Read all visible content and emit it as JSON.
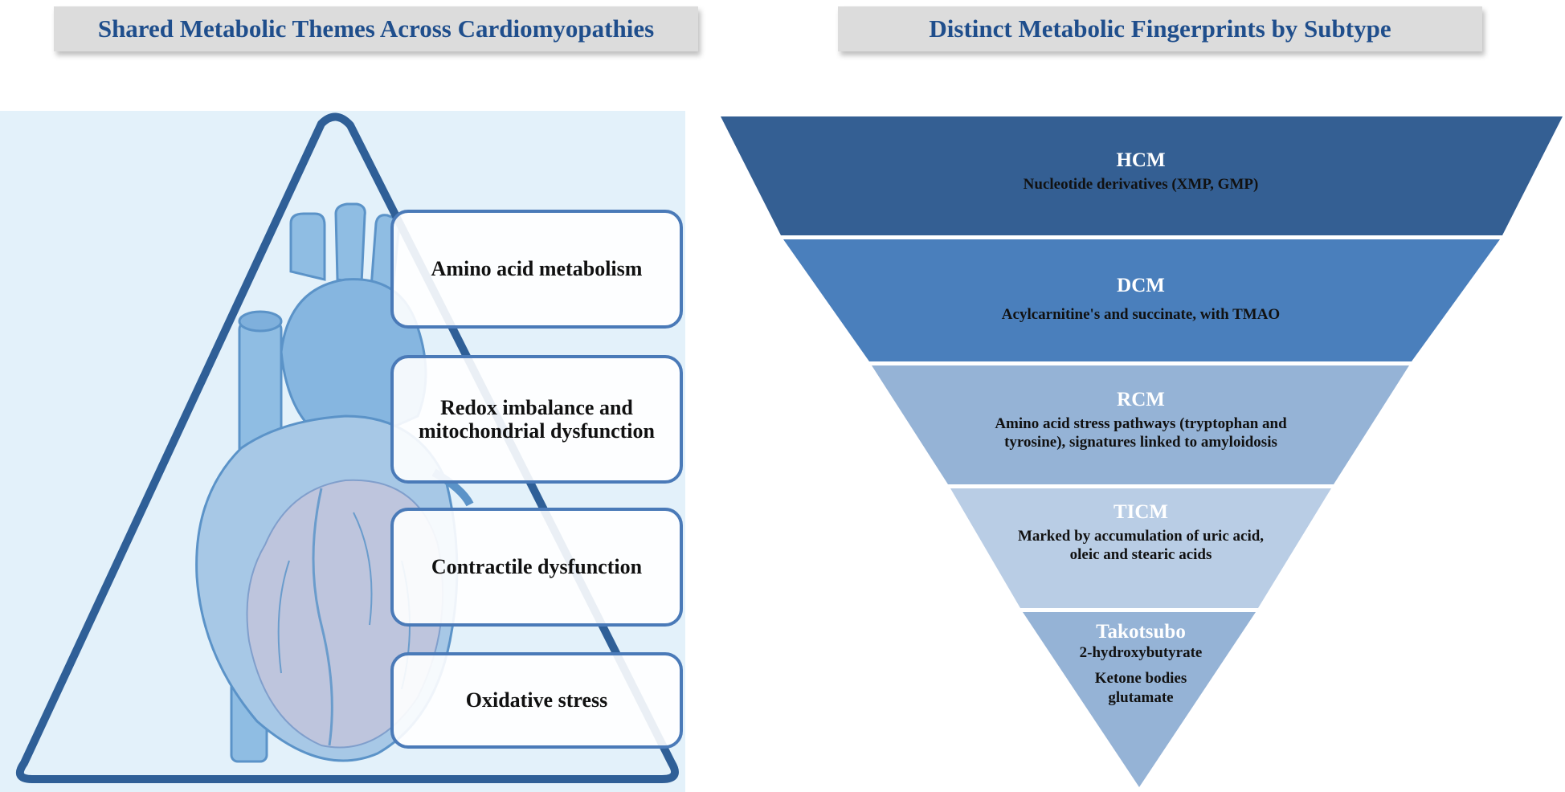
{
  "left": {
    "title": "Shared Metabolic Themes Across Cardiomyopathies",
    "themes": [
      {
        "label": "Amino acid metabolism"
      },
      {
        "label": "Redox imbalance and mitochondrial dysfunction"
      },
      {
        "label": "Contractile dysfunction"
      },
      {
        "label": "Oxidative stress"
      }
    ]
  },
  "right": {
    "title": "Distinct Metabolic Fingerprints by Subtype",
    "tiers": [
      {
        "name": "HCM",
        "desc": "Nucleotide derivatives (XMP, GMP)",
        "color": "#345f93"
      },
      {
        "name": "DCM",
        "desc": "Acylcarnitine's and succinate, with TMAO",
        "color": "#4a7fbc"
      },
      {
        "name": "RCM",
        "desc": "Amino acid stress pathways (tryptophan and tyrosine), signatures linked to amyloidosis",
        "color": "#95b3d6"
      },
      {
        "name": "TICM",
        "desc": "Marked by accumulation of uric acid, oleic and stearic acids",
        "color": "#b9cde5"
      },
      {
        "name": "Takotsubo",
        "desc_lines": [
          "2-hydroxybutyrate",
          "Ketone bodies",
          "glutamate"
        ],
        "color": "#95b3d6"
      }
    ]
  },
  "colors": {
    "header_bg": "#dcdcdc",
    "header_text": "#1f4e8c",
    "panel_bg": "#e3f1fa",
    "triangle_stroke": "#2f5f97",
    "box_border": "#4a7ab8"
  }
}
